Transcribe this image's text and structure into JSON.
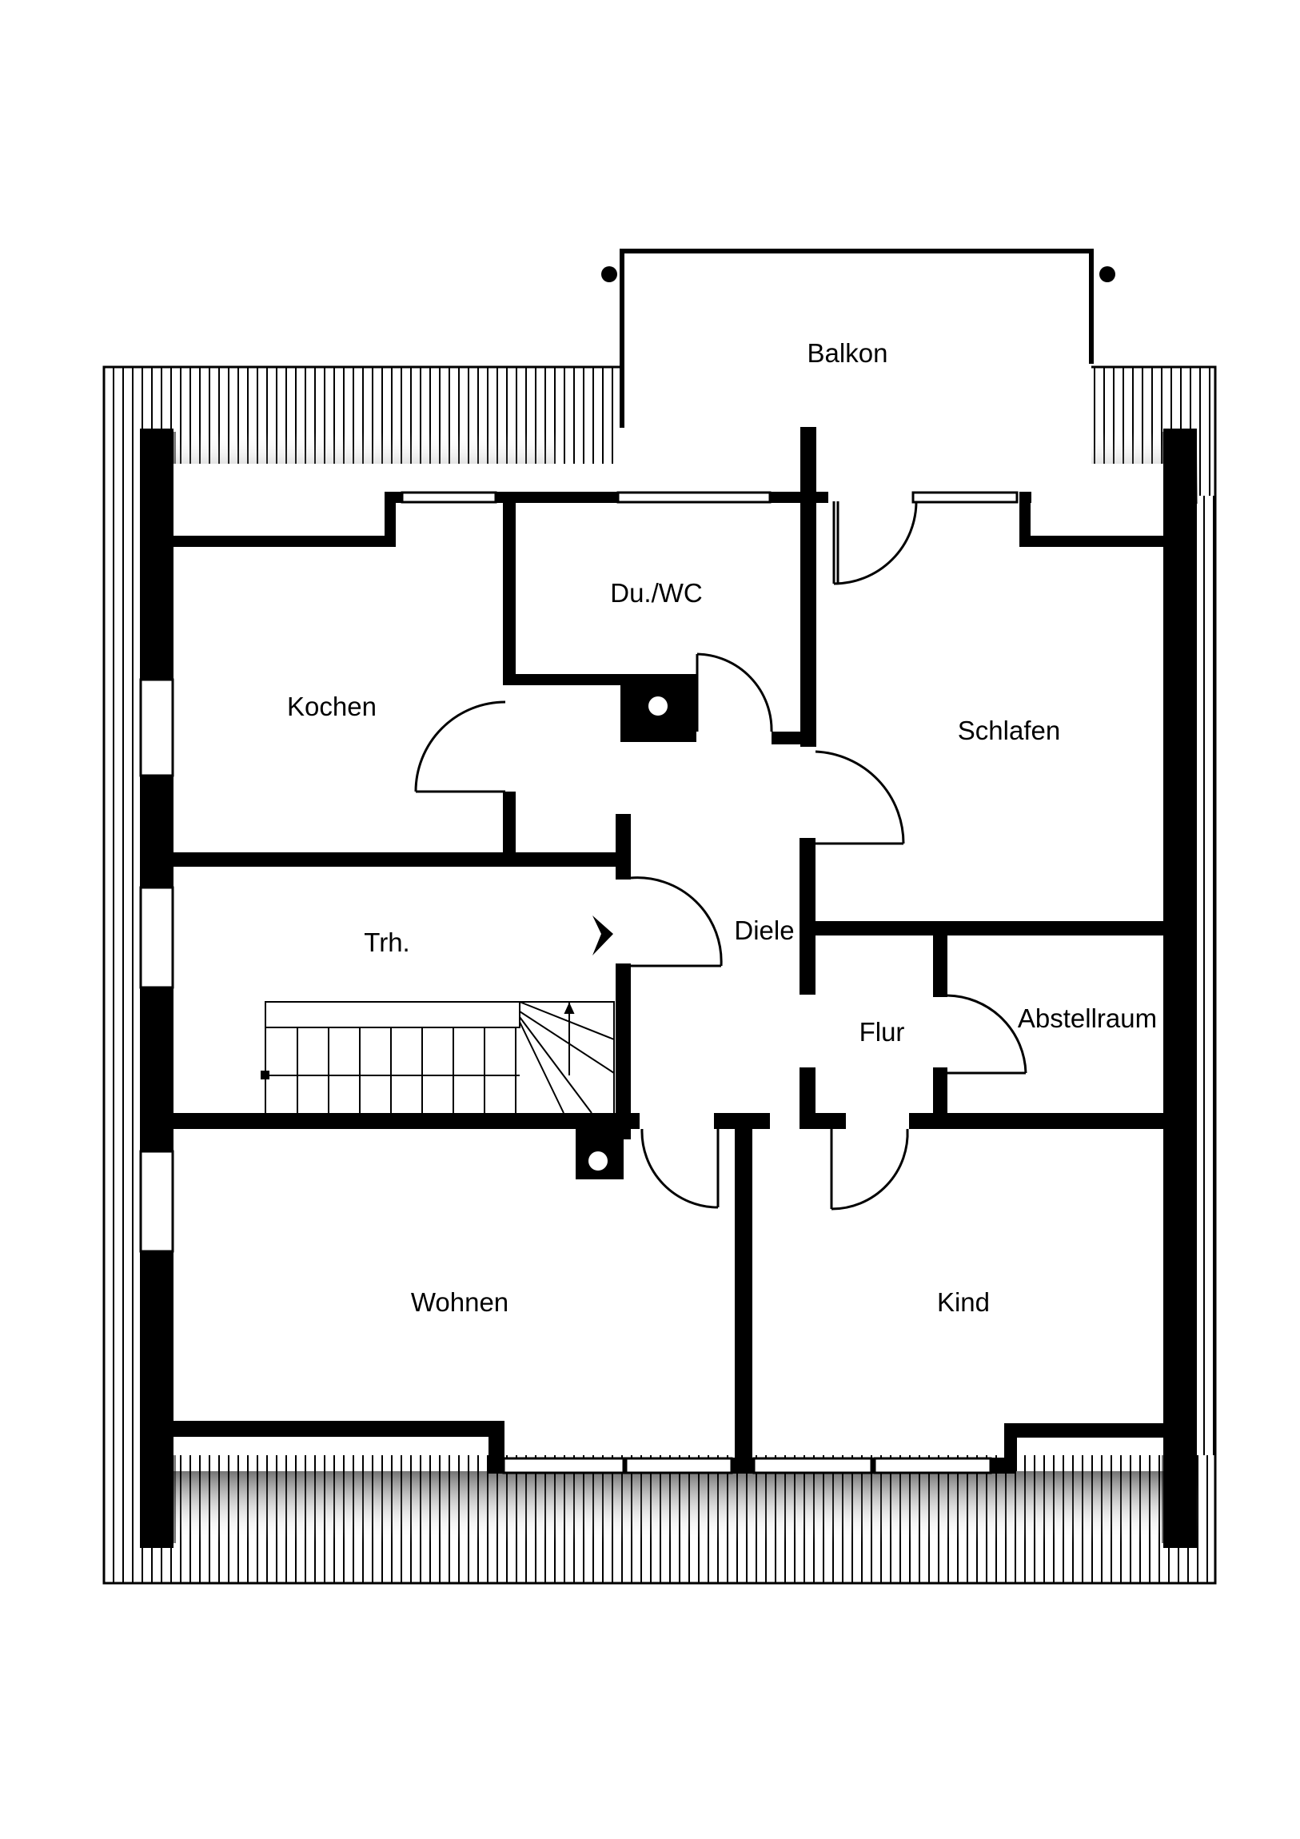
{
  "plan": {
    "rooms": {
      "balkon": "Balkon",
      "du_wc": "Du./WC",
      "kochen": "Kochen",
      "schlafen": "Schlafen",
      "trh": "Trh.",
      "diele": "Diele",
      "flur": "Flur",
      "abstellraum": "Abstellraum",
      "wohnen": "Wohnen",
      "kind": "Kind"
    }
  },
  "colors": {
    "wall": "#000000",
    "background": "#ffffff",
    "roof_stripe": "#000000"
  }
}
